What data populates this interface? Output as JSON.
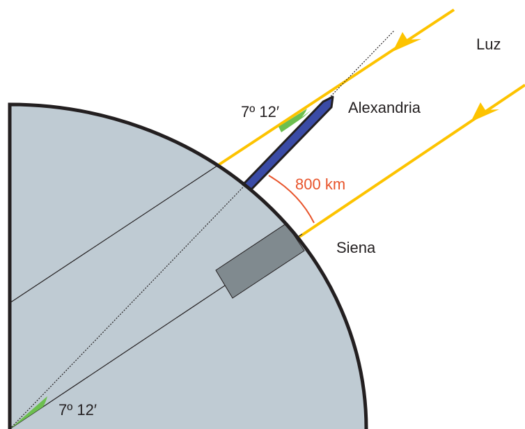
{
  "labels": {
    "light": "Luz",
    "alexandria": "Alexandria",
    "siena": "Siena",
    "angle_top": "7º 12′",
    "angle_center": "7º 12′",
    "distance": "800 km"
  },
  "colors": {
    "earth_fill": "#bfcbd3",
    "earth_outline": "#231f20",
    "sun_ray": "#fdc300",
    "gnomon": "#3a4ba6",
    "well": "#808a8f",
    "angle_wedge": "#6cbf4f",
    "distance_arc": "#e8542b"
  }
}
